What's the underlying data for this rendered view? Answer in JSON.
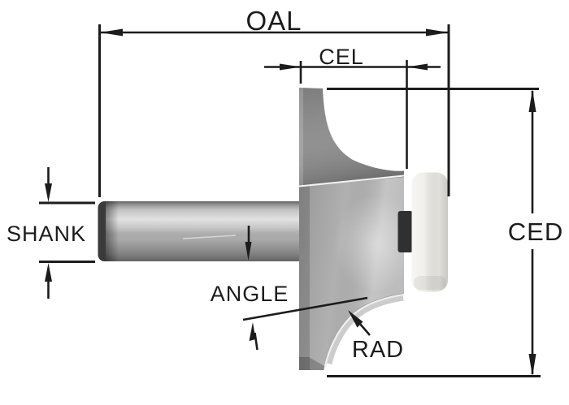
{
  "diagram": {
    "labels": {
      "oal": "OAL",
      "cel": "CEL",
      "ced": "CED",
      "shank": "SHANK",
      "angle": "ANGLE",
      "rad": "RAD"
    },
    "colors": {
      "background": "#ffffff",
      "line": "#1c1c1c",
      "flute_dark": "#8a8a8a",
      "body_gray": "#b4b4b4",
      "axle_dark": "#303030",
      "bearing": "#edebe6"
    }
  }
}
